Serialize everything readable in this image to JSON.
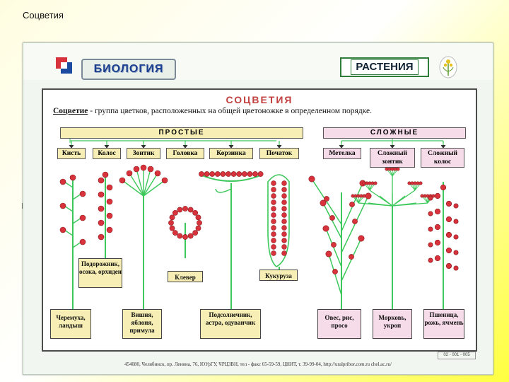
{
  "slide": {
    "title": "Соцветия"
  },
  "poster": {
    "brand": "БИОЛОГИЯ",
    "section": "РАСТЕНИЯ",
    "heading": "СОЦВЕТИЯ",
    "definition_term": "Соцветие",
    "definition_text": " - группа цветков, расположенных на общей цветоножке в определенном порядке.",
    "groups": {
      "simple": "ПРОСТЫЕ",
      "complex": "СЛОЖНЫЕ"
    },
    "types": [
      "Кисть",
      "Колос",
      "Зонтик",
      "Головка",
      "Корзинка",
      "Початок",
      "Метелка",
      "Сложный зонтик",
      "Сложный колос"
    ],
    "examples": {
      "plantain": "Подорожник, осока, орхидеи",
      "clover": "Клевер",
      "corn": "Кукуруза",
      "cherry": "Черемуха, ландыш",
      "cherry_tree": "Вишня, яблоня, примула",
      "sunflower": "Подсолнечник, астра, одуванчик",
      "oats": "Овес, рис, просо",
      "carrot": "Морковь, укроп",
      "wheat": "Пшеница, рожь, ячмень"
    },
    "footer": "454080, Челябинск, пр. Ленина, 76, ЮУрГУ, ЧРЦЗВН, тел - факс 65-59-59, ЦНИТ, т. 39-99-04, http://uralpribor.com.ru chel.ac.ru/",
    "catalog": "02 - 001 - 005"
  },
  "colors": {
    "flower": "#d8323c",
    "stem": "#3cc85a",
    "simple": "#f6eeb4",
    "complex": "#f6dbe8"
  }
}
